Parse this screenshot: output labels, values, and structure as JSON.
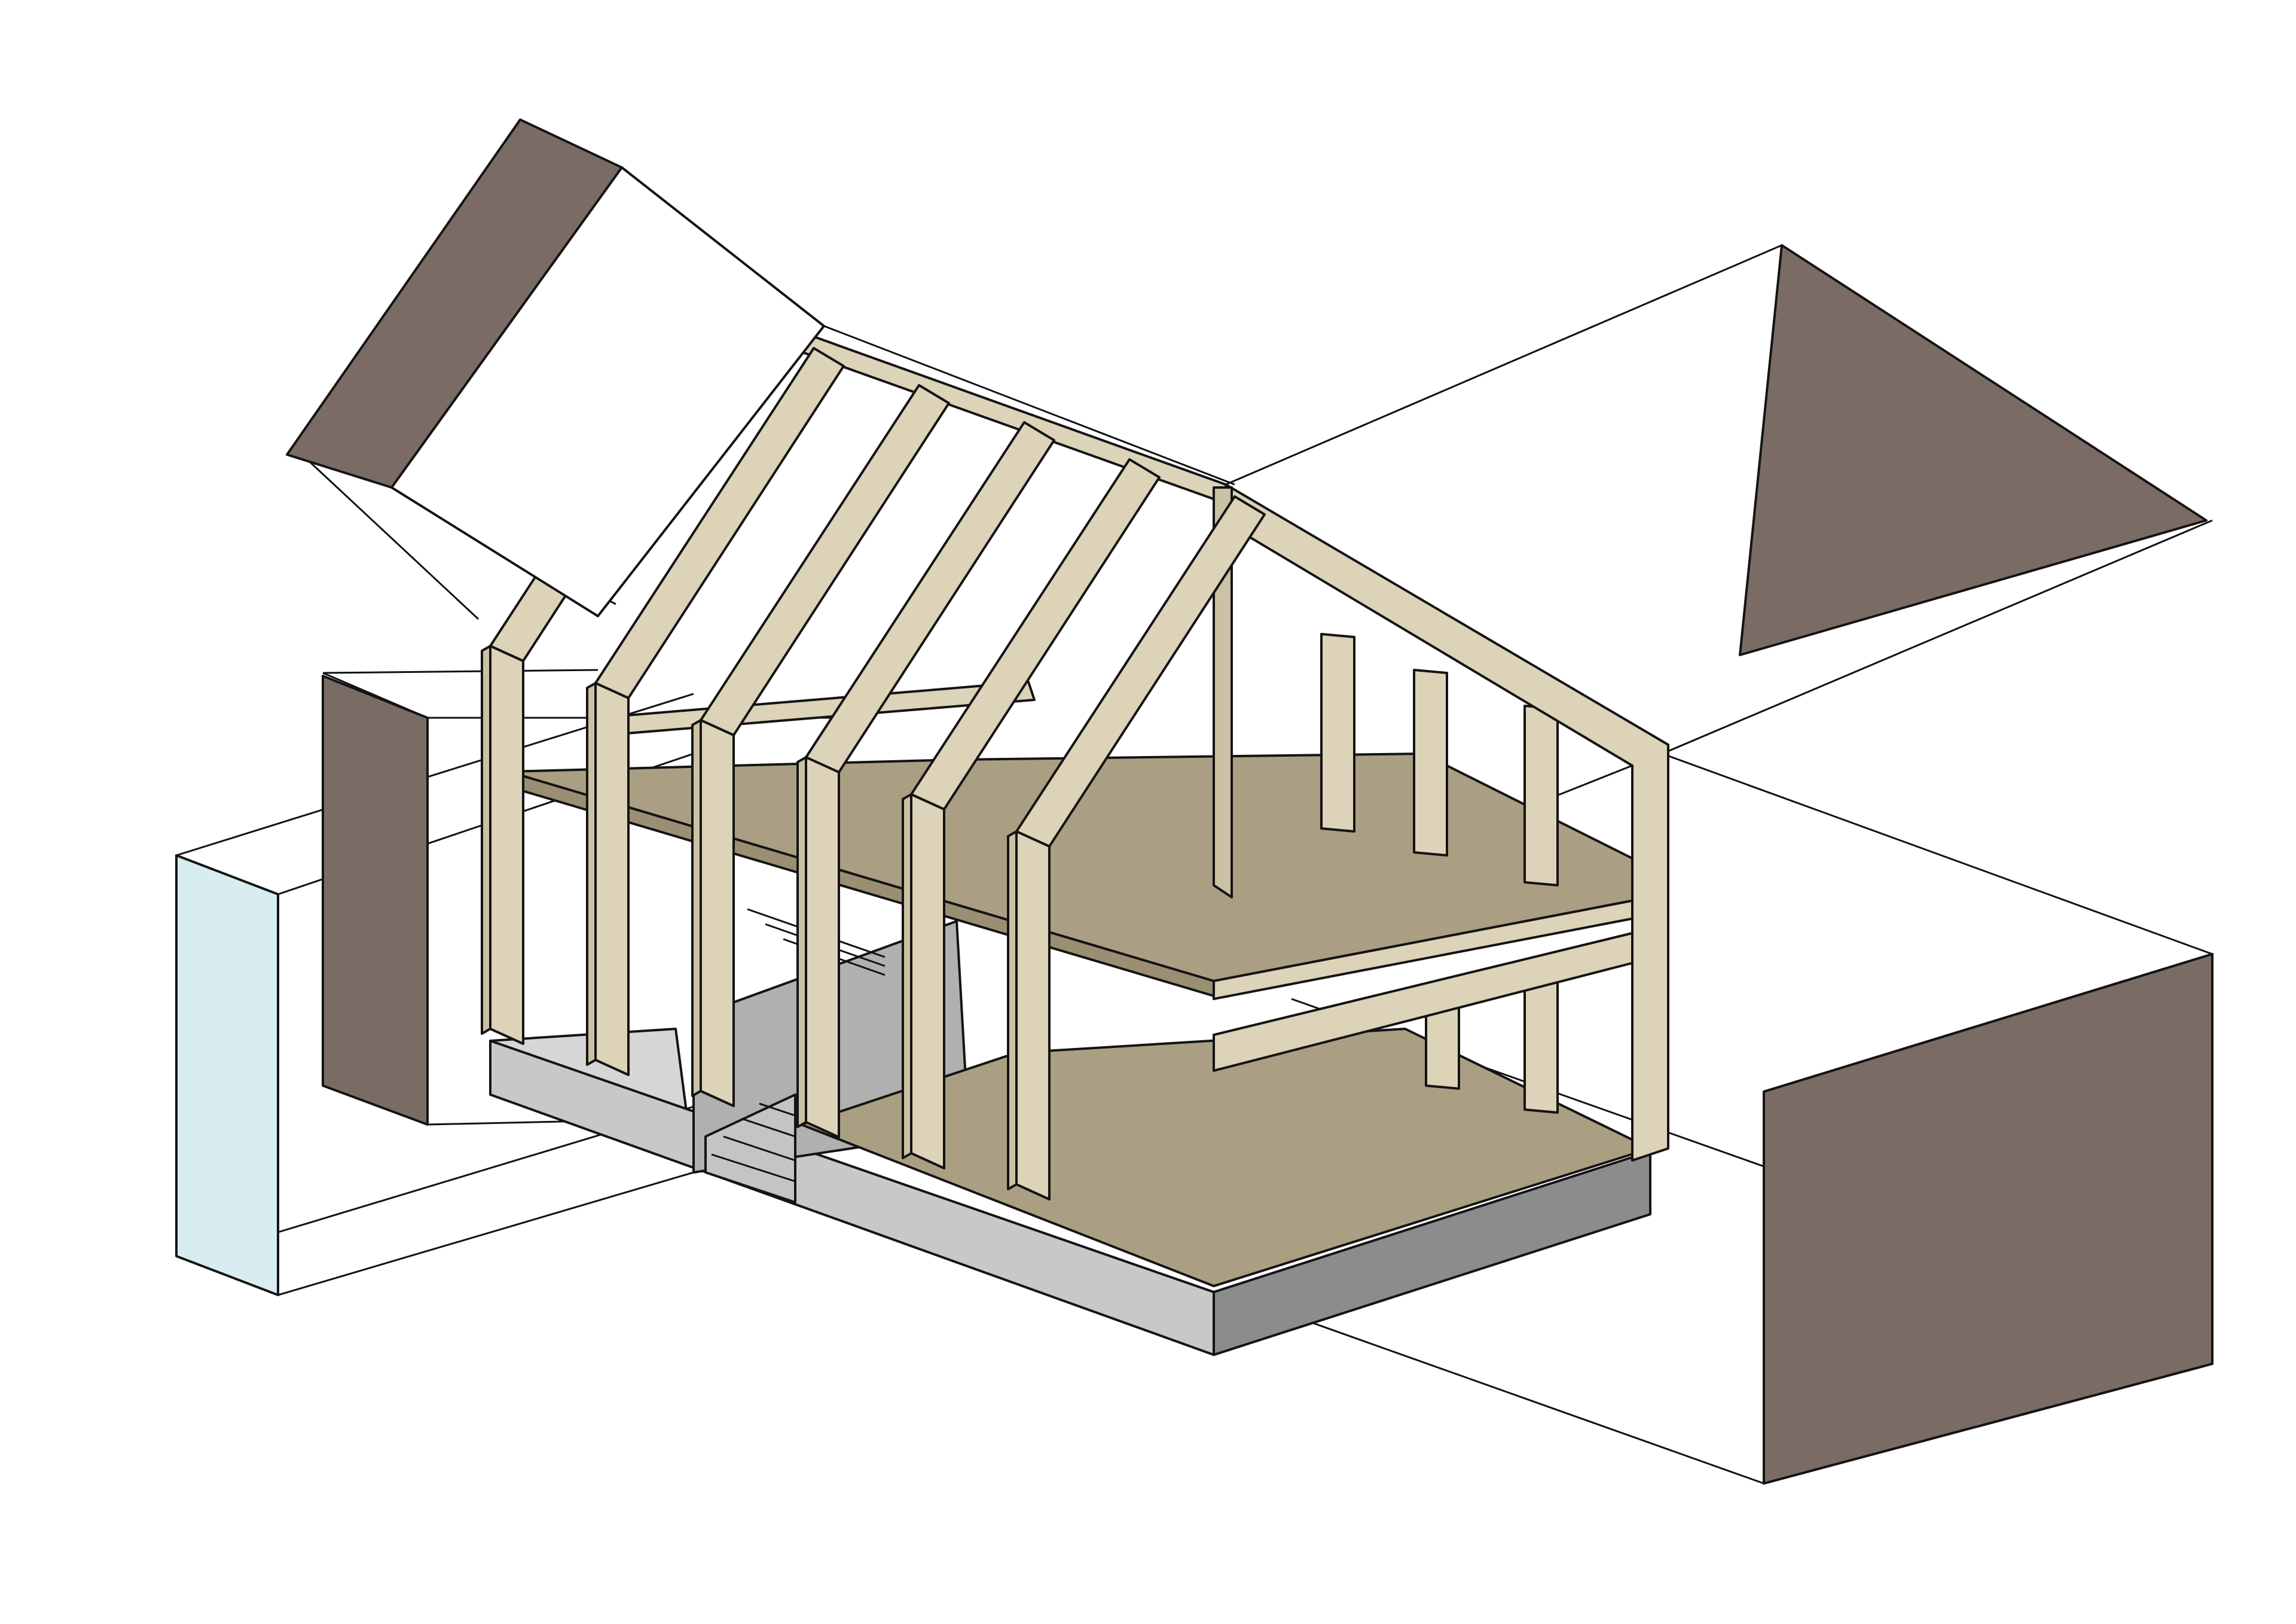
{
  "palette": {
    "timber": "#dcd3b8",
    "timber_shade": "#cbc1a3",
    "floor_deck": "#aa9f82",
    "roof_panel": "#7a6c65",
    "glass_panel": "#d7edf0",
    "foundation": "#c7c7c7",
    "foundation_dark": "#8a8a8a",
    "interior_wall": "#b3b3b3",
    "line": "#141414",
    "background": "#ffffff"
  },
  "components": [
    {
      "id": "roof-panel-rear",
      "kind": "roof-panel"
    },
    {
      "id": "roof-panel-front",
      "kind": "roof-panel"
    },
    {
      "id": "wall-panel-left",
      "kind": "wall-panel"
    },
    {
      "id": "glazed-panel",
      "kind": "glass-panel"
    },
    {
      "id": "wall-panel-right",
      "kind": "wall-panel"
    },
    {
      "id": "timber-frame",
      "kind": "portal-frames",
      "count": 6
    },
    {
      "id": "upper-floor-deck",
      "kind": "floor-deck"
    },
    {
      "id": "ground-floor-deck",
      "kind": "floor-deck"
    },
    {
      "id": "staircase",
      "kind": "stair"
    },
    {
      "id": "foundation-slab",
      "kind": "plinth"
    }
  ]
}
